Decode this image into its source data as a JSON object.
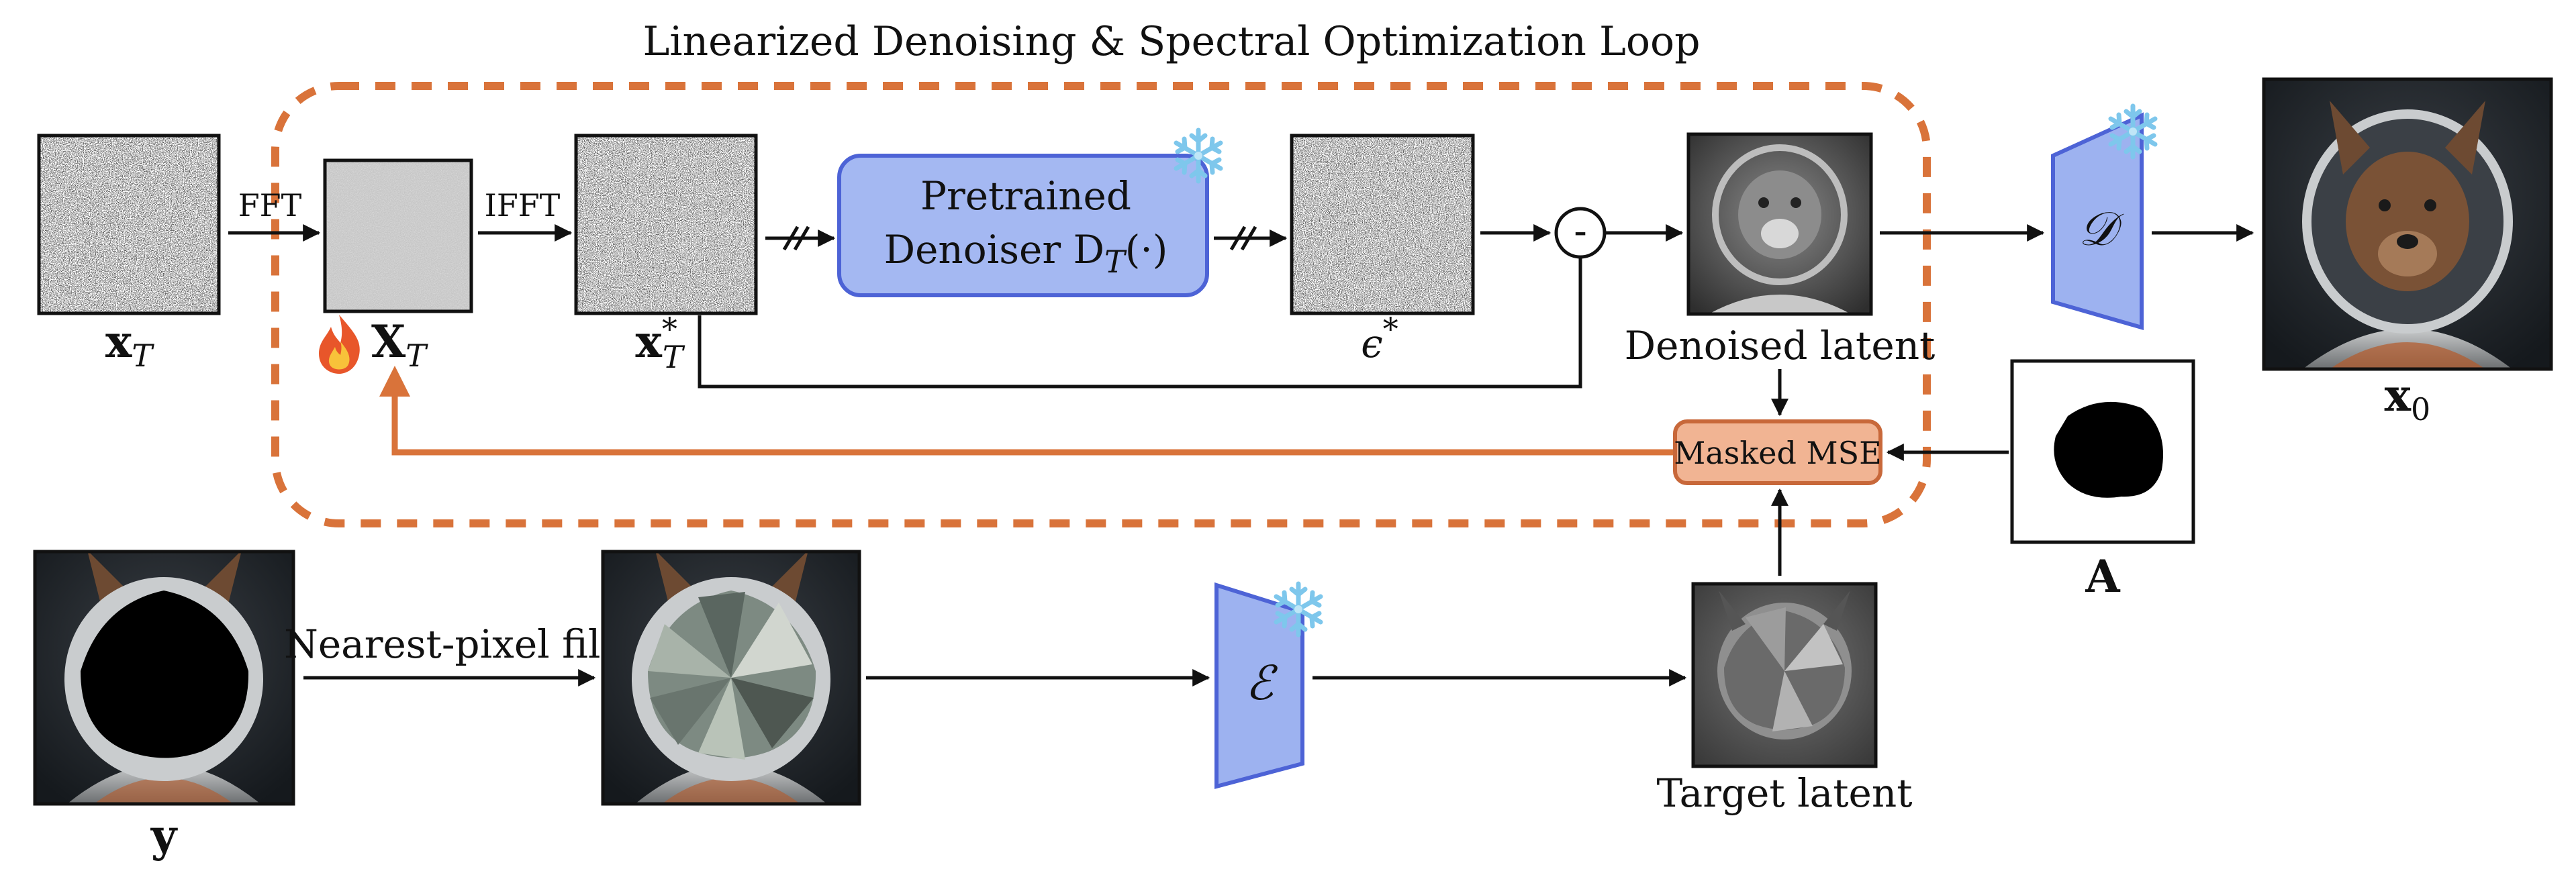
{
  "title": "Linearized Denoising & Spectral Optimization Loop",
  "labels": {
    "fft": "FFT",
    "ifft": "IFFT",
    "denoiser_line1": "Pretrained",
    "denoiser_line2": "Denoiser D",
    "denoiser_sub": "T",
    "denoiser_arg": "(·)",
    "minus": "-",
    "denoised_latent": "Denoised latent",
    "masked_mse": "Masked MSE",
    "nearest_fill": "Nearest-pixel fill",
    "target_latent": "Target latent",
    "decoder": "𝒟",
    "encoder": "ℰ"
  },
  "symbols": {
    "xT": "x",
    "xT_sub": "T",
    "XT_freq": "X",
    "XT_freq_sub": "T",
    "xT_star": "x",
    "xT_star_sub": "T",
    "xT_star_sup": "*",
    "eps_star": "ϵ",
    "eps_star_sup": "*",
    "x0": "x",
    "x0_sub": "0",
    "y": "y",
    "A": "A"
  },
  "icons": {
    "frozen": "snowflake-icon",
    "trainable": "fire-icon"
  },
  "colors": {
    "loop_dash": "#d9733a",
    "feedback_arrow": "#d9733a",
    "denoiser_fill": "#a4b8f2",
    "denoiser_stroke": "#4d63d6",
    "codec_fill": "#9db2f0",
    "mse_fill": "#f1b493",
    "mse_stroke": "#c8683a",
    "snowflake": "#7ec7ec"
  }
}
